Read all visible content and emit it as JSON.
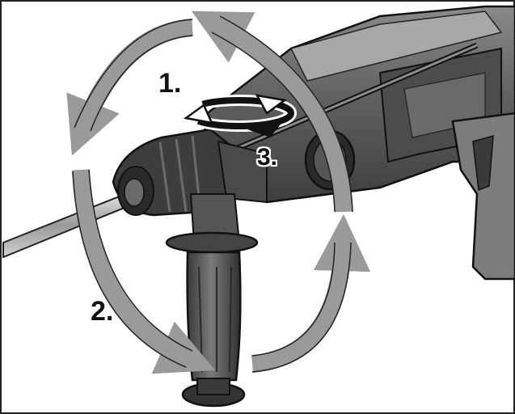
{
  "steps": {
    "step1": "1.",
    "step2": "2.",
    "step3": "3."
  },
  "colors": {
    "arrow": "#9a9a9a",
    "tool_body": "#5a5a5a",
    "tool_dark": "#2e2e2e",
    "tool_light": "#9c9c9c",
    "outline": "#111111",
    "background": "#ffffff"
  },
  "icons": {
    "rotation": "circular-arrow-icon"
  }
}
